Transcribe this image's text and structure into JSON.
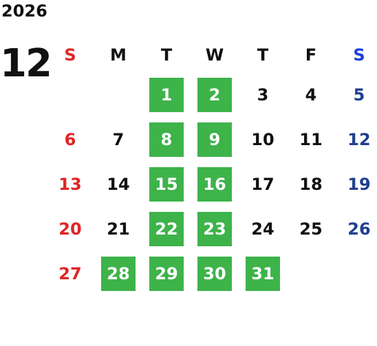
{
  "calendar": {
    "year": "2026",
    "month": "12",
    "colors": {
      "sunday": "#e02424",
      "saturday": "#1f3f8f",
      "saturday_header": "#1a3ee0",
      "weekday": "#111111",
      "highlight_bg": "#3db34a",
      "highlight_text": "#ffffff"
    },
    "weekdays": [
      "S",
      "M",
      "T",
      "W",
      "T",
      "F",
      "S"
    ],
    "weeks": [
      [
        {
          "day": "",
          "hl": false
        },
        {
          "day": "",
          "hl": false
        },
        {
          "day": "1",
          "hl": true
        },
        {
          "day": "2",
          "hl": true
        },
        {
          "day": "3",
          "hl": false
        },
        {
          "day": "4",
          "hl": false
        },
        {
          "day": "5",
          "hl": false
        }
      ],
      [
        {
          "day": "6",
          "hl": false
        },
        {
          "day": "7",
          "hl": false
        },
        {
          "day": "8",
          "hl": true
        },
        {
          "day": "9",
          "hl": true
        },
        {
          "day": "10",
          "hl": false
        },
        {
          "day": "11",
          "hl": false
        },
        {
          "day": "12",
          "hl": false
        }
      ],
      [
        {
          "day": "13",
          "hl": false
        },
        {
          "day": "14",
          "hl": false
        },
        {
          "day": "15",
          "hl": true
        },
        {
          "day": "16",
          "hl": true
        },
        {
          "day": "17",
          "hl": false
        },
        {
          "day": "18",
          "hl": false
        },
        {
          "day": "19",
          "hl": false
        }
      ],
      [
        {
          "day": "20",
          "hl": false
        },
        {
          "day": "21",
          "hl": false
        },
        {
          "day": "22",
          "hl": true
        },
        {
          "day": "23",
          "hl": true
        },
        {
          "day": "24",
          "hl": false
        },
        {
          "day": "25",
          "hl": false
        },
        {
          "day": "26",
          "hl": false
        }
      ],
      [
        {
          "day": "27",
          "hl": false
        },
        {
          "day": "28",
          "hl": true
        },
        {
          "day": "29",
          "hl": true
        },
        {
          "day": "30",
          "hl": true
        },
        {
          "day": "31",
          "hl": true
        },
        {
          "day": "",
          "hl": false
        },
        {
          "day": "",
          "hl": false
        }
      ]
    ]
  }
}
